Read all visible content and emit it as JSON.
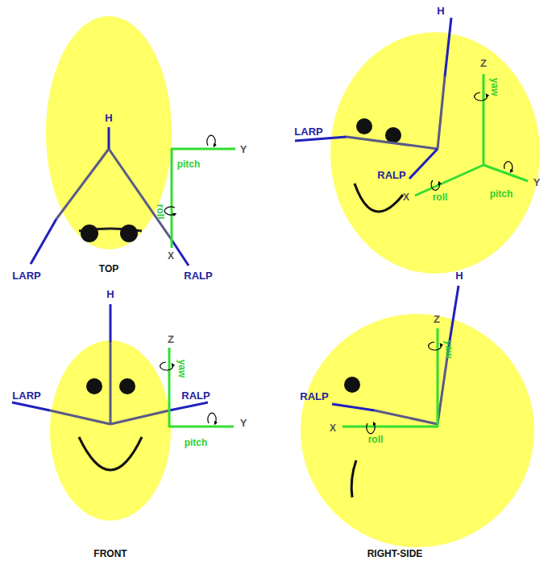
{
  "diagram": {
    "labels": [
      "H",
      "Y",
      "pitch",
      "roll",
      "X",
      "LARP",
      "RALP",
      "TOP",
      "H",
      "Z",
      "yaw",
      "LARP",
      "RALP",
      "X",
      "roll",
      "pitch",
      "Y",
      "H",
      "Z",
      "yaw",
      "LARP",
      "RALP",
      "Y",
      "pitch",
      "FRONT",
      "H",
      "Z",
      "yaw",
      "RALP",
      "X",
      "roll",
      "RIGHT-SIDE"
    ]
  }
}
